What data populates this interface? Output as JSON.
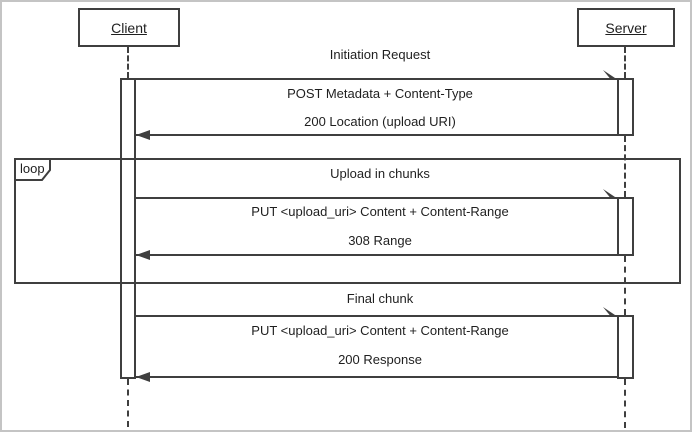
{
  "diagram": {
    "type": "uml-sequence-diagram",
    "title_hint": "Resumable upload protocol",
    "actors": [
      {
        "name": "Client"
      },
      {
        "name": "Server"
      }
    ],
    "loop_fragment": {
      "operator": "loop"
    },
    "messages": {
      "initiation_title": "Initiation Request",
      "initiation_request": "POST Metadata + Content-Type",
      "initiation_response": "200 Location (upload URI)",
      "loop_title": "Upload in chunks",
      "loop_request": "PUT <upload_uri> Content + Content-Range",
      "loop_response": "308 Range",
      "final_title": "Final chunk",
      "final_request": "PUT <upload_uri> Content + Content-Range",
      "final_response": "200 Response"
    },
    "colors": {
      "line": "#3f3f3f",
      "text": "#1f1f1f",
      "background": "#ffffff",
      "outer_border": "#c4c4c4"
    }
  }
}
